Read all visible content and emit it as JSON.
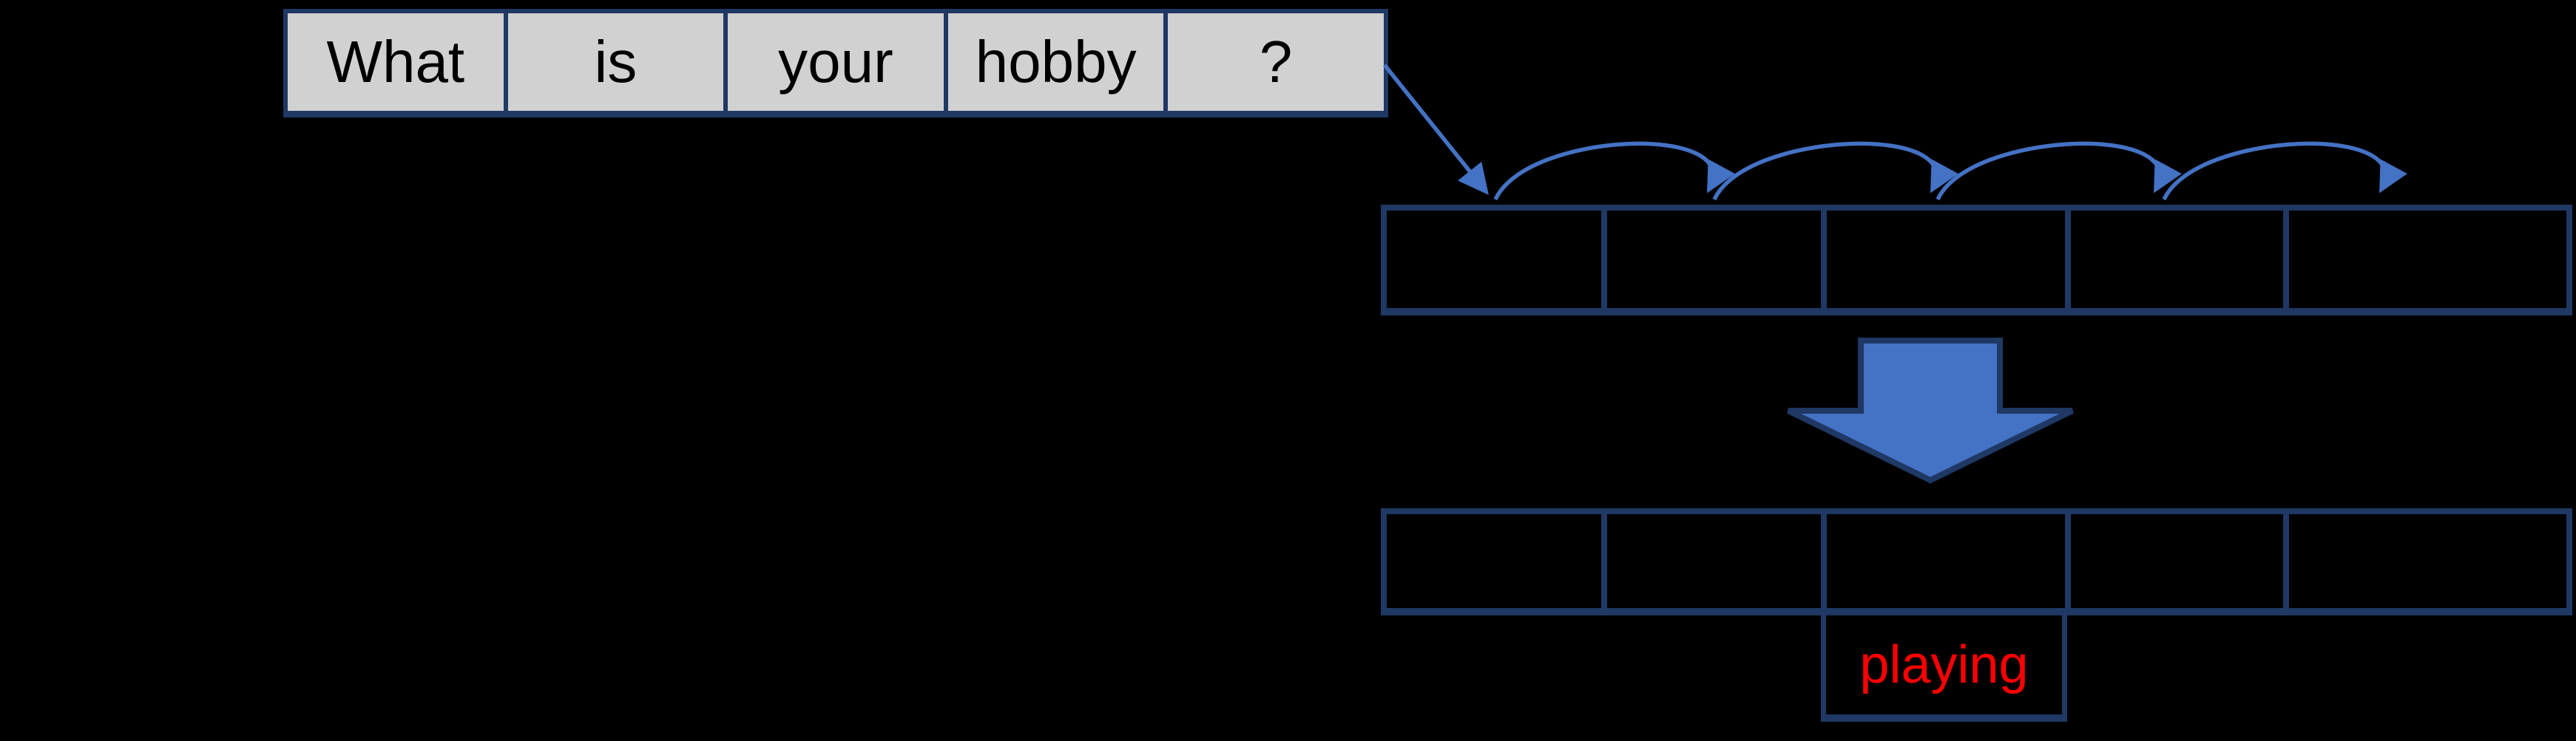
{
  "figure": {
    "input_sentence": {
      "cells": [
        "What",
        "is",
        "your",
        "hobby",
        "?"
      ]
    },
    "encoder_row": {
      "cell_count": 5
    },
    "decoder_row": {
      "cell_count": 5
    },
    "output_word": {
      "label": "playing"
    }
  },
  "colors": {
    "background": "#000000",
    "border_navy": "#1F3864",
    "accent_blue": "#4472C4",
    "cell_gray": "#D1D1D1",
    "word_text": "#000000",
    "output_text": "#FF0000"
  }
}
